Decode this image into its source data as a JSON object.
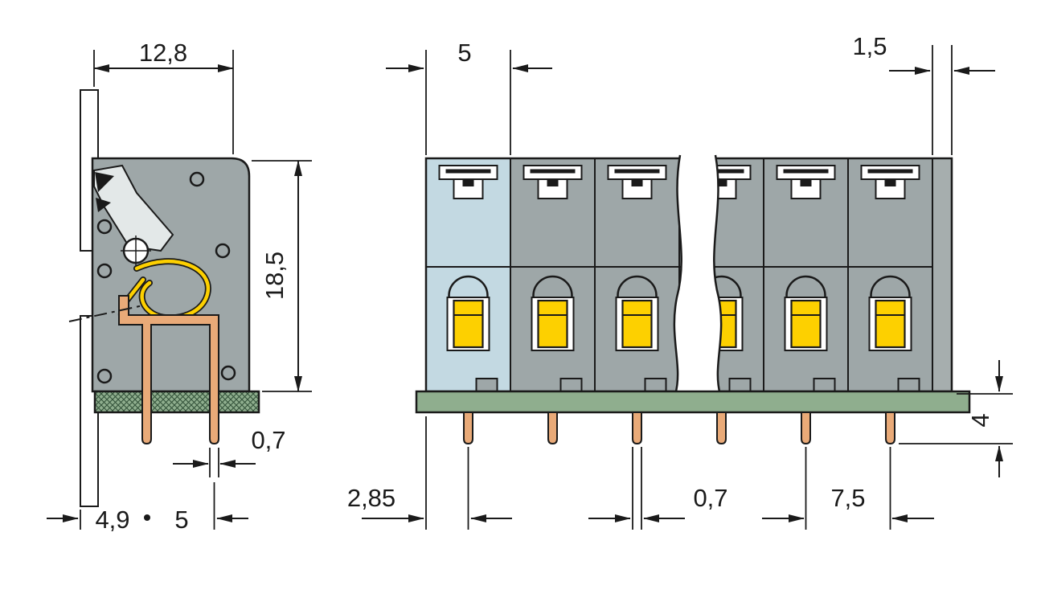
{
  "drawing": {
    "type": "technical-dimension-drawing",
    "subject": "pcb-terminal-block",
    "views": {
      "side": {
        "dims": {
          "body_width": "12,8",
          "body_height": "18,5",
          "pin_width": "0,7",
          "wall_to_pin": "4,9",
          "pin_pitch": "5"
        }
      },
      "front": {
        "pole_count": 6,
        "dims": {
          "pole_pitch": "5",
          "end_plate_width": "1,5",
          "edge_to_pin": "2,85",
          "pin_width": "0,7",
          "pin_span": "7,5",
          "pin_protrusion": "4"
        }
      }
    },
    "colors": {
      "body_gray": "#9ea7a8",
      "pole_blue": "#c3d9e2",
      "button_yellow": "#fdd000",
      "pin_copper": "#e9aa78",
      "pcb_green": "#8fae8e",
      "outline": "#1a1a1a",
      "detail_white": "#ffffff"
    }
  }
}
